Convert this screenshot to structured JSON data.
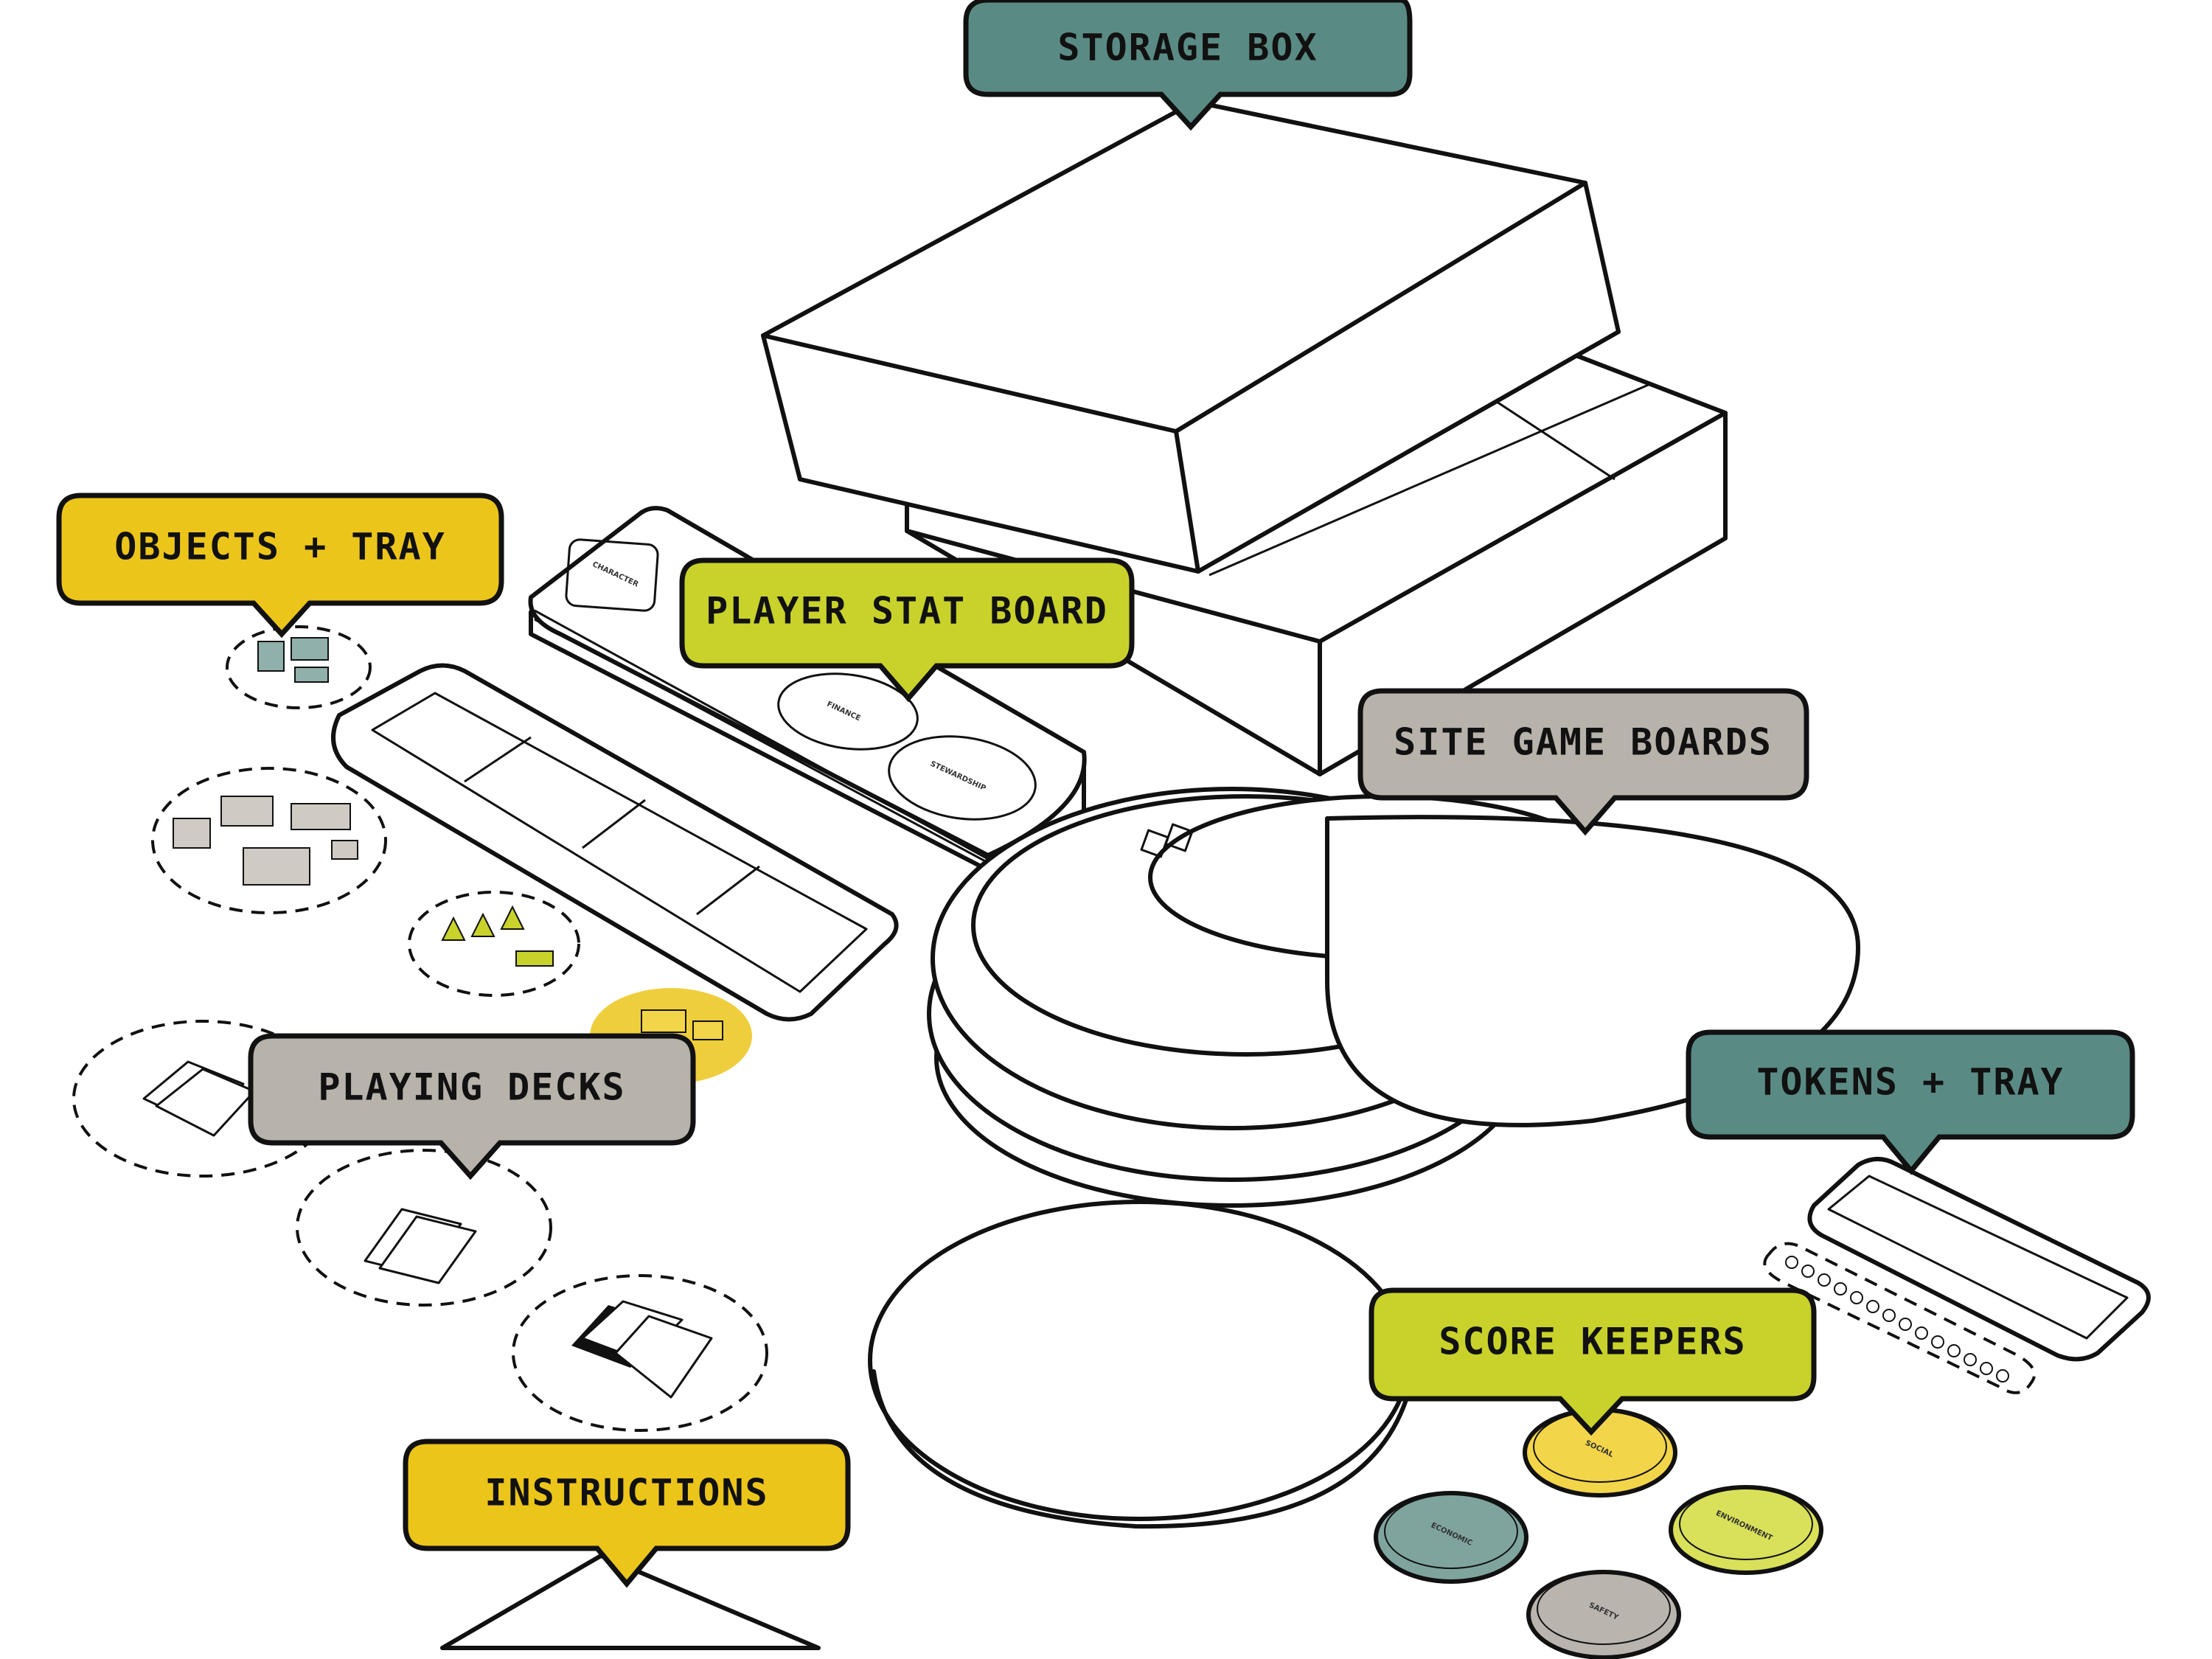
{
  "colors": {
    "teal": "#5a8a84",
    "yellow": "#ecc51b",
    "lime": "#c8d22b",
    "grey": "#b7b2aa",
    "ink": "#111111",
    "token_yellow": "#f3d54a",
    "token_teal": "#7fa49e",
    "token_lime": "#d9e05a",
    "token_grey": "#b9b5ae"
  },
  "callouts": {
    "storage_box": "STORAGE BOX",
    "objects_tray": "OBJECTS + TRAY",
    "player_stat_board": "PLAYER STAT BOARD",
    "site_game_boards": "SITE GAME BOARDS",
    "tokens_tray": "TOKENS + TRAY",
    "playing_decks": "PLAYING DECKS",
    "score_keepers": "SCORE KEEPERS",
    "instructions": "INSTRUCTIONS"
  },
  "stat_board_slots": {
    "slot1": "CHARACTER",
    "slot3": "FINANCE",
    "slot4": "STEWARDSHIP"
  },
  "score_keeper_labels": {
    "social": "SOCIAL",
    "economic": "ECONOMIC",
    "environment": "ENVIRONMENT",
    "safety": "SAFETY"
  }
}
